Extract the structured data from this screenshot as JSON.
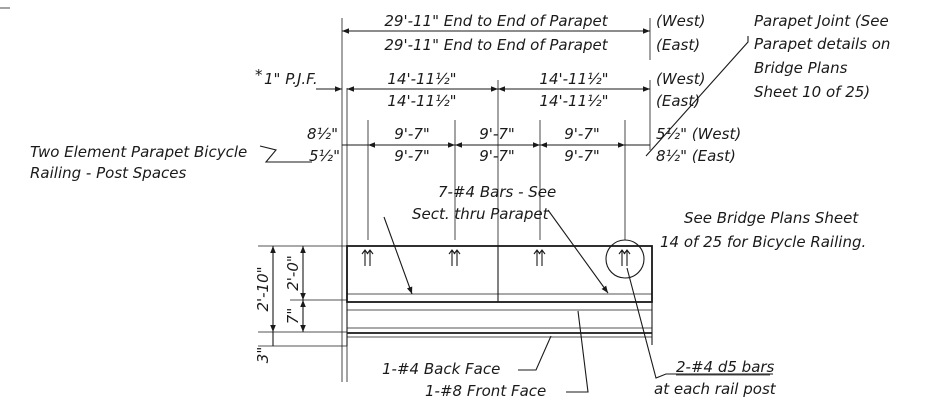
{
  "dimensions": {
    "overall_west": "29'-11\" End to End of Parapet",
    "overall_east": "29'-11\" End to End of Parapet",
    "overall_west_side": "(West)",
    "overall_east_side": "(East)",
    "pjf": "1\" P.J.F.",
    "pjf_mark": "*",
    "half_left_west": "14'-11½\"",
    "half_left_east": "14'-11½\"",
    "half_right_west": "14'-11½\"",
    "half_right_east": "14'-11½\"",
    "half_west_side": "(West)",
    "half_east_side": "(East)",
    "post_end_left_top": "8½\"",
    "post_end_left_bottom": "5½\"",
    "post_space_1_top": "9'-7\"",
    "post_space_1_bottom": "9'-7\"",
    "post_space_2_top": "9'-7\"",
    "post_space_2_bottom": "9'-7\"",
    "post_space_3_top": "9'-7\"",
    "post_space_3_bottom": "9'-7\"",
    "post_end_right_top": "5½\" (West)",
    "post_end_right_bottom": "8½\" (East)",
    "height_total": "2'-10\"",
    "height_upper": "2'-0\"",
    "height_mid": "7\"",
    "height_base": "3\""
  },
  "notes": {
    "parapet_joint_1": "Parapet Joint (See",
    "parapet_joint_2": "Parapet details on",
    "parapet_joint_3": "Bridge Plans",
    "parapet_joint_4": "Sheet 10 of 25)",
    "railing_1": "Two Element Parapet Bicycle",
    "railing_2": "Railing - Post Spaces",
    "bars_1": "7-#4 Bars - See",
    "bars_2": "Sect. thru Parapet",
    "see_sheet_1": "See Bridge Plans Sheet",
    "see_sheet_2": "14 of 25 for Bicycle Railing.",
    "back_face": "1-#4 Back Face",
    "front_face": "1-#8 Front Face",
    "d5_bars_1": "2-#4 d5 bars",
    "d5_bars_2": "at each rail post"
  }
}
